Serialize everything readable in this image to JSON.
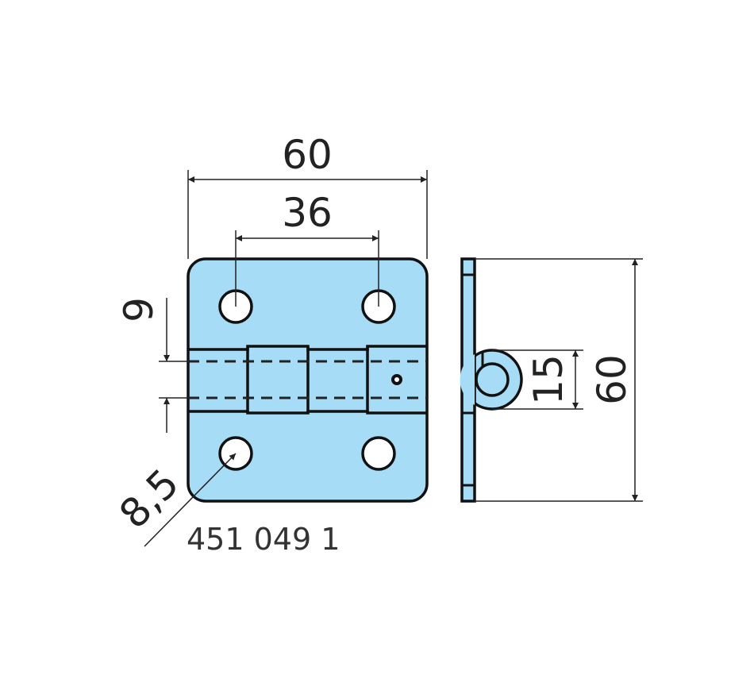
{
  "drawing": {
    "part_number": "451 049 1",
    "dimensions": {
      "overall_width": "60",
      "hole_spacing": "36",
      "hole_offset": "9",
      "hole_diameter": "8,5",
      "knuckle_diameter": "15",
      "overall_height": "60"
    },
    "colors": {
      "fill": "#a6dcf5",
      "line": "#111111"
    }
  }
}
